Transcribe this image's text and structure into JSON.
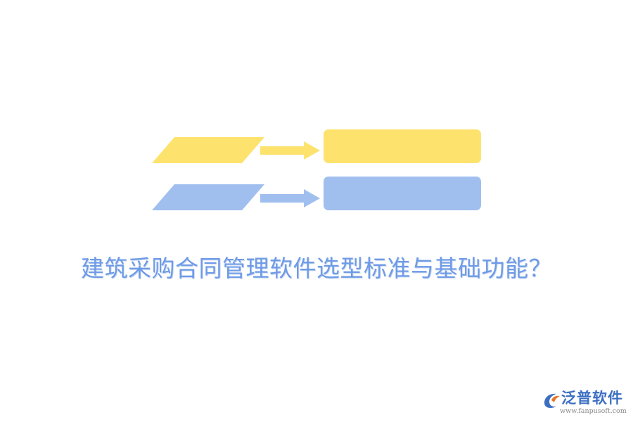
{
  "colors": {
    "yellow": "#fde36e",
    "blue": "#a0bfef",
    "title": "#6f9be6",
    "logo_blue": "#3c6fc2",
    "logo_orange": "#e8742b"
  },
  "title": "建筑采购合同管理软件选型标准与基础功能？",
  "logo": {
    "name": "泛普软件",
    "url": "www.fanpusoft.com",
    "icon": "fanpu-logo-icon"
  }
}
